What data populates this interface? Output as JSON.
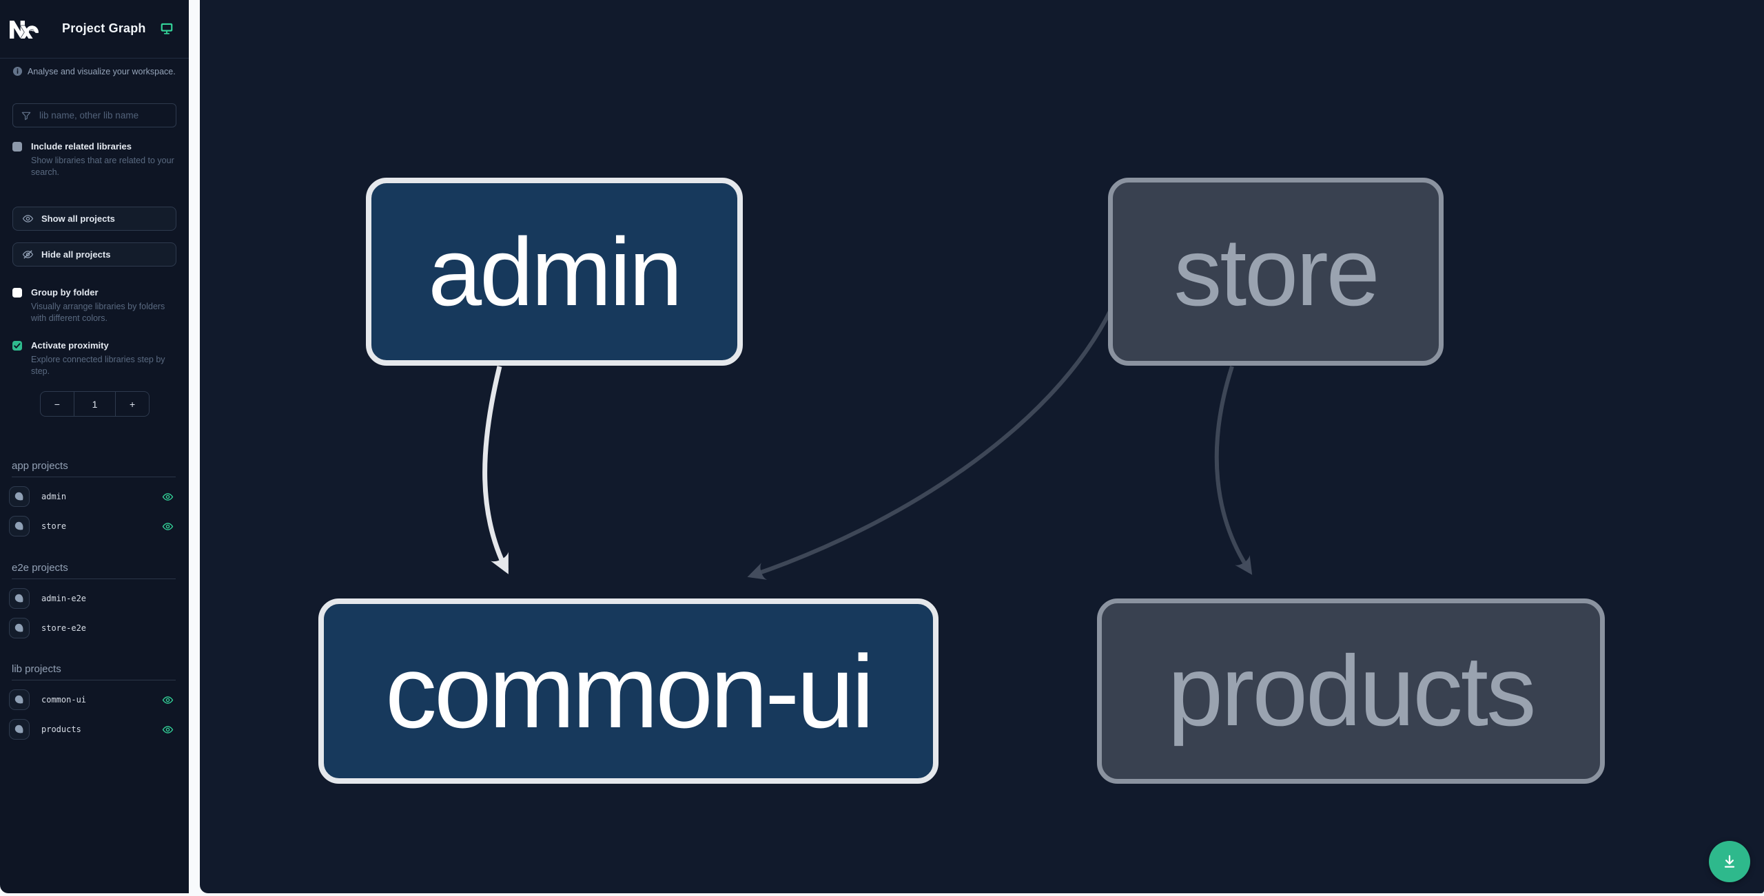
{
  "header": {
    "title": "Project Graph"
  },
  "tagline": "Analyse and visualize your workspace.",
  "filter": {
    "placeholder": "lib name, other lib name"
  },
  "options": {
    "include_related": {
      "label": "Include related libraries",
      "description": "Show libraries that are related to your search.",
      "checked": false
    },
    "group_by_folder": {
      "label": "Group by folder",
      "description": "Visually arrange libraries by folders with different colors.",
      "checked": false
    },
    "activate_proximity": {
      "label": "Activate proximity",
      "description": "Explore connected libraries step by step.",
      "checked": true
    }
  },
  "buttons": {
    "show_all": "Show all projects",
    "hide_all": "Hide all projects"
  },
  "stepper": {
    "decrement": "−",
    "value": "1",
    "increment": "+"
  },
  "sections": [
    {
      "title": "app projects",
      "items": [
        {
          "name": "admin",
          "visible": true
        },
        {
          "name": "store",
          "visible": true
        }
      ]
    },
    {
      "title": "e2e projects",
      "items": [
        {
          "name": "admin-e2e",
          "visible": false
        },
        {
          "name": "store-e2e",
          "visible": false
        }
      ]
    },
    {
      "title": "lib projects",
      "items": [
        {
          "name": "common-ui",
          "visible": true
        },
        {
          "name": "products",
          "visible": true
        }
      ]
    }
  ],
  "graph": {
    "nodes": [
      {
        "label": "admin",
        "state": "focused"
      },
      {
        "label": "store",
        "state": "dimmed"
      },
      {
        "label": "common-ui",
        "state": "focused"
      },
      {
        "label": "products",
        "state": "dimmed"
      }
    ],
    "edges": [
      {
        "source": "admin",
        "target": "common-ui",
        "highlighted": true
      },
      {
        "source": "store",
        "target": "common-ui",
        "highlighted": false
      },
      {
        "source": "store",
        "target": "products",
        "highlighted": false
      }
    ]
  },
  "colors": {
    "accent_teal": "#2fbc8e",
    "node_focused_fill": "#17395c",
    "node_focused_border": "#e5e8ec",
    "node_dim_fill": "#394150",
    "node_dim_border": "#8b93a0",
    "edge_highlight": "#e5e7eb",
    "edge_dim": "#3e4757",
    "canvas_bg": "#111a2c",
    "sidebar_bg": "#0e1524"
  }
}
